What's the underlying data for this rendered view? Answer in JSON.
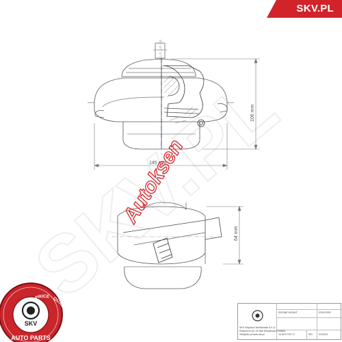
{
  "header": {
    "brand": "SKV.PL"
  },
  "watermark": {
    "autokset": "Autoksen",
    "skv_outline": "SKV.PL"
  },
  "drawing": {
    "dim_width": "145 mm",
    "dim_height": "106 mm",
    "dim_side_height": "64 mm",
    "line_color": "#555555",
    "thin_color": "#8a8a8a",
    "watermark_red": "#d2232a"
  },
  "badge": {
    "ring_text": "THE BEST PRICE · QUALITY",
    "center_text": "SKV",
    "bottom_text": "AUTO PARTS",
    "color": "#c9252b"
  },
  "title_block": {
    "company_lines": [
      "SKV Wojciech Wróblewski S.K.A.",
      "Piaseczno 53, 02-666 Wiśniewski, Poland",
      "info@skv.pl www.skv.pl"
    ],
    "product_name": "ENGINE MOUNT",
    "code_top": "ESKV0392",
    "part_number": "14 SKV 013 17",
    "revision": "001",
    "date": "01/2020"
  }
}
